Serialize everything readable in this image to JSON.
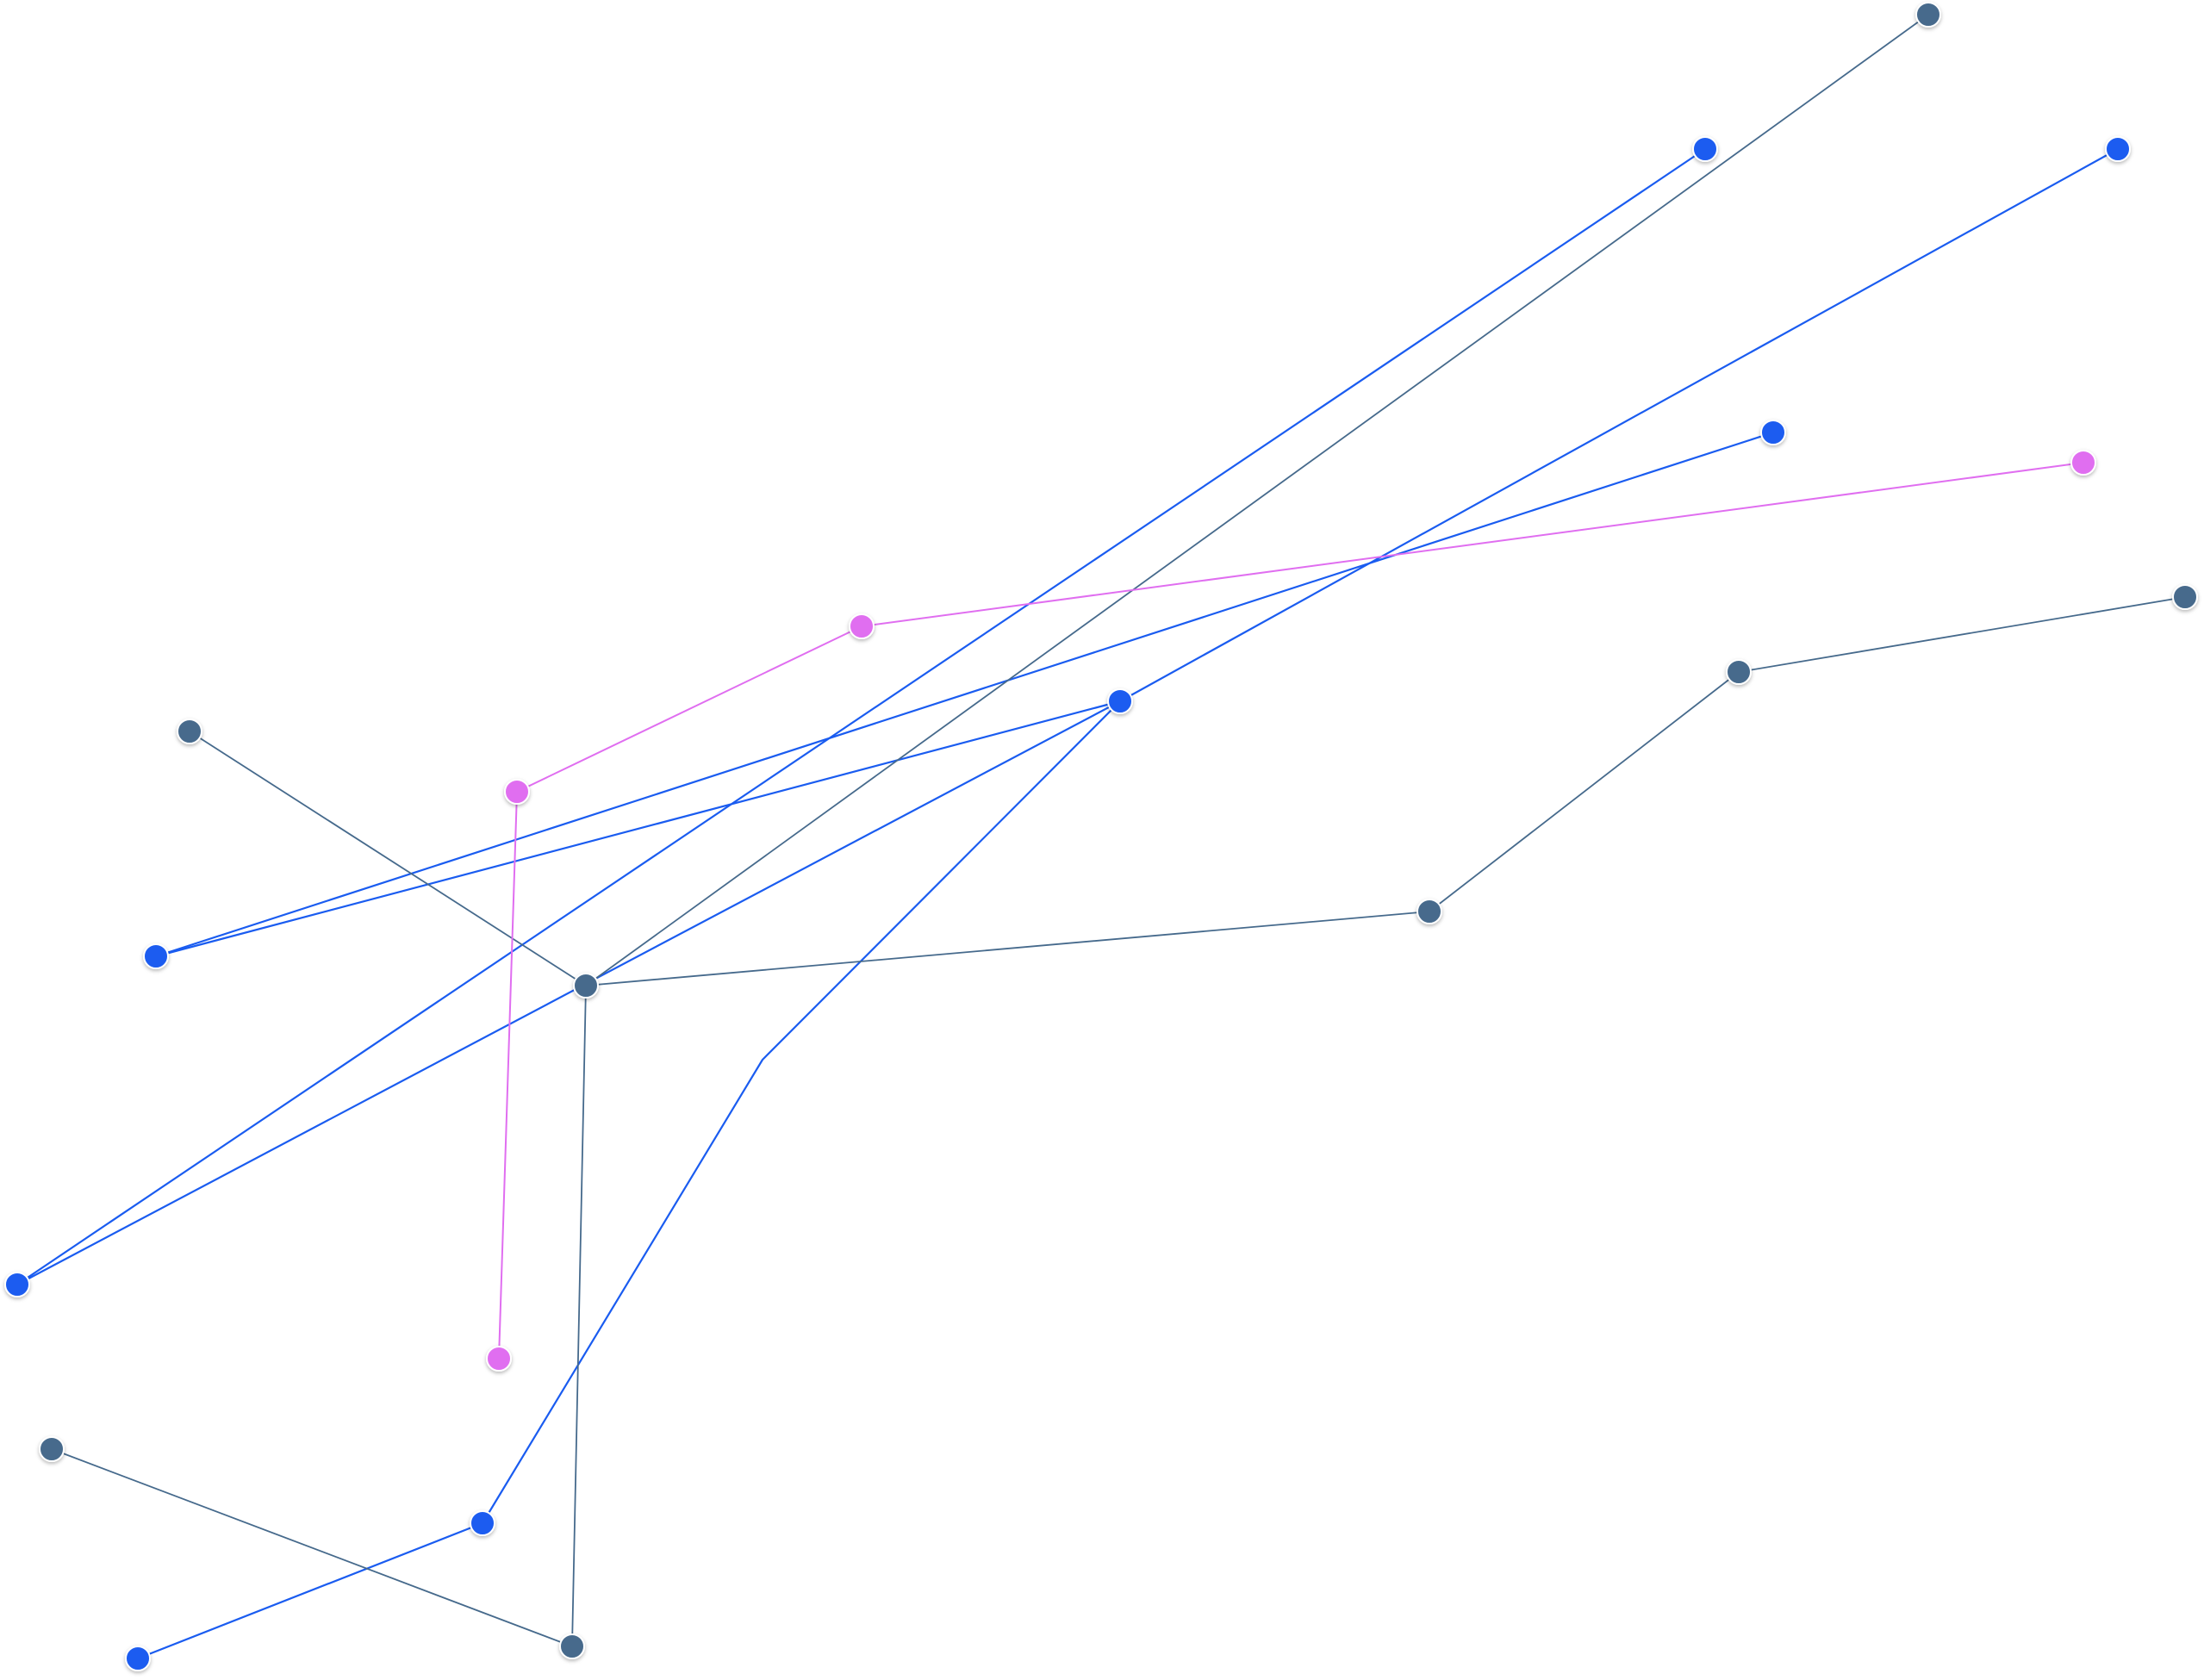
{
  "graph": {
    "groups": [
      {
        "id": "blue",
        "color": "#1a5cf0"
      },
      {
        "id": "slate",
        "color": "#466a8c"
      },
      {
        "id": "magenta",
        "color": "#e06ef0"
      }
    ],
    "nodes": [
      {
        "id": "b1",
        "group": "blue"
      },
      {
        "id": "b2",
        "group": "blue"
      },
      {
        "id": "b3",
        "group": "blue"
      },
      {
        "id": "b4",
        "group": "blue"
      },
      {
        "id": "b5",
        "group": "blue"
      },
      {
        "id": "b6",
        "group": "blue"
      },
      {
        "id": "b7",
        "group": "blue"
      },
      {
        "id": "b8",
        "group": "blue"
      },
      {
        "id": "s1",
        "group": "slate"
      },
      {
        "id": "s2",
        "group": "slate"
      },
      {
        "id": "s3",
        "group": "slate"
      },
      {
        "id": "s4",
        "group": "slate"
      },
      {
        "id": "s5",
        "group": "slate"
      },
      {
        "id": "s6",
        "group": "slate"
      },
      {
        "id": "s7",
        "group": "slate"
      },
      {
        "id": "s8",
        "group": "slate"
      },
      {
        "id": "m1",
        "group": "magenta"
      },
      {
        "id": "m2",
        "group": "magenta"
      },
      {
        "id": "m3",
        "group": "magenta"
      },
      {
        "id": "m4",
        "group": "magenta"
      }
    ],
    "edges": [
      {
        "from": "b2",
        "to": "b4",
        "group": "blue"
      },
      {
        "from": "b3",
        "to": "b5",
        "group": "blue"
      },
      {
        "from": "b5",
        "to": "b4",
        "group": "blue"
      },
      {
        "from": "b4",
        "to": "b6",
        "group": "blue"
      },
      {
        "from": "b6",
        "to": "b1",
        "group": "blue"
      },
      {
        "from": "b4",
        "to": "b7",
        "group": "blue"
      },
      {
        "from": "b7",
        "to": "b8",
        "group": "blue"
      },
      {
        "from": "s1",
        "to": "s6",
        "group": "slate"
      },
      {
        "from": "s6",
        "to": "s4",
        "group": "slate"
      },
      {
        "from": "s2",
        "to": "s3",
        "group": "slate"
      },
      {
        "from": "s3",
        "to": "s5",
        "group": "slate"
      },
      {
        "from": "s5",
        "to": "s6",
        "group": "slate"
      },
      {
        "from": "s6",
        "to": "s8",
        "group": "slate"
      },
      {
        "from": "s8",
        "to": "s7",
        "group": "slate"
      },
      {
        "from": "m1",
        "to": "m2",
        "group": "magenta"
      },
      {
        "from": "m2",
        "to": "m3",
        "group": "magenta"
      },
      {
        "from": "m3",
        "to": "m4",
        "group": "magenta"
      }
    ]
  }
}
